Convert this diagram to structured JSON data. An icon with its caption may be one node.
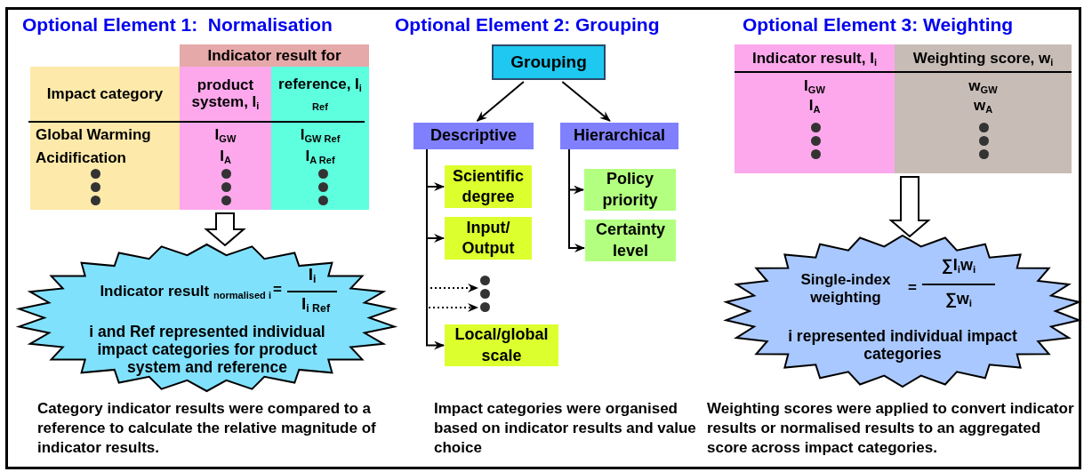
{
  "diagram": {
    "nodes": [
      {
        "text": [
          "Indicator result for",
          "Impact category",
          "product system, I$_{i}$",
          "reference, I$_{i Ref}$",
          "Global Warming",
          "Acidification",
          "I$_{GW}$",
          "I$_{A}$",
          "I$_{GW Ref}$",
          "I$_{A Ref}$"
        ]
      },
      {
        "text": [
          "Indicator result $_{normalised i}$",
          "=",
          "I$_{i}$",
          "I$_{i Ref}$",
          "i and Ref represented individual impact categories for product system and reference"
        ]
      },
      {
        "text": [
          "Grouping"
        ]
      },
      {
        "text": [
          "Descriptive"
        ]
      },
      {
        "text": [
          "Hierarchical"
        ]
      },
      {
        "text": [
          "Scientific degree"
        ]
      },
      {
        "text": [
          "Input/ Output"
        ]
      },
      {
        "text": [],
        "shape": "dots"
      },
      {
        "text": [
          "Local/global scale"
        ]
      },
      {
        "text": [
          "Policy priority"
        ]
      },
      {
        "text": [
          "Certainty level"
        ]
      },
      {
        "text": [
          "Indicator result, I$_{i}$",
          "Weighting score, w$_{i}$",
          "I$_{GW}$",
          "I$_{A}$",
          "w$_{GW}$",
          "w$_{A}$"
        ]
      },
      {
        "text": [
          "Single-index weighting",
          "=",
          "∑I$_{i}$w$_{i}$",
          "∑w$_{i}$",
          "i represented individual impact categories"
        ]
      }
    ],
    "edges": [
      {
        "from": 0,
        "to": 1,
        "arrow": "to"
      },
      {
        "from": 2,
        "to": 3,
        "arrow": "to"
      },
      {
        "from": 2,
        "to": 4,
        "arrow": "to"
      },
      {
        "from": 3,
        "to": 5,
        "arrow": "to"
      },
      {
        "from": 3,
        "to": 6,
        "arrow": "to"
      },
      {
        "from": 3,
        "to": 7,
        "arrow": "to",
        "style": "dashed"
      },
      {
        "from": 3,
        "to": 7,
        "arrow": "to",
        "style": "dashed"
      },
      {
        "from": 3,
        "to": 8,
        "arrow": "to"
      },
      {
        "from": 4,
        "to": 9,
        "arrow": "to"
      },
      {
        "from": 4,
        "to": 10,
        "arrow": "to"
      },
      {
        "from": 11,
        "to": 12,
        "arrow": "to"
      }
    ],
    "labels": [
      "Optional Element 1:  Normalisation",
      "Optional Element 2: Grouping",
      "Optional Element 3: Weighting",
      "Category indicator results were compared to a reference to calculate the relative magnitude of indicator results.",
      "Impact categories were organised  based on indicator results and value choice",
      "Weighting scores were applied to convert indicator results or normalised results to an aggregated score across impact categories."
    ]
  }
}
